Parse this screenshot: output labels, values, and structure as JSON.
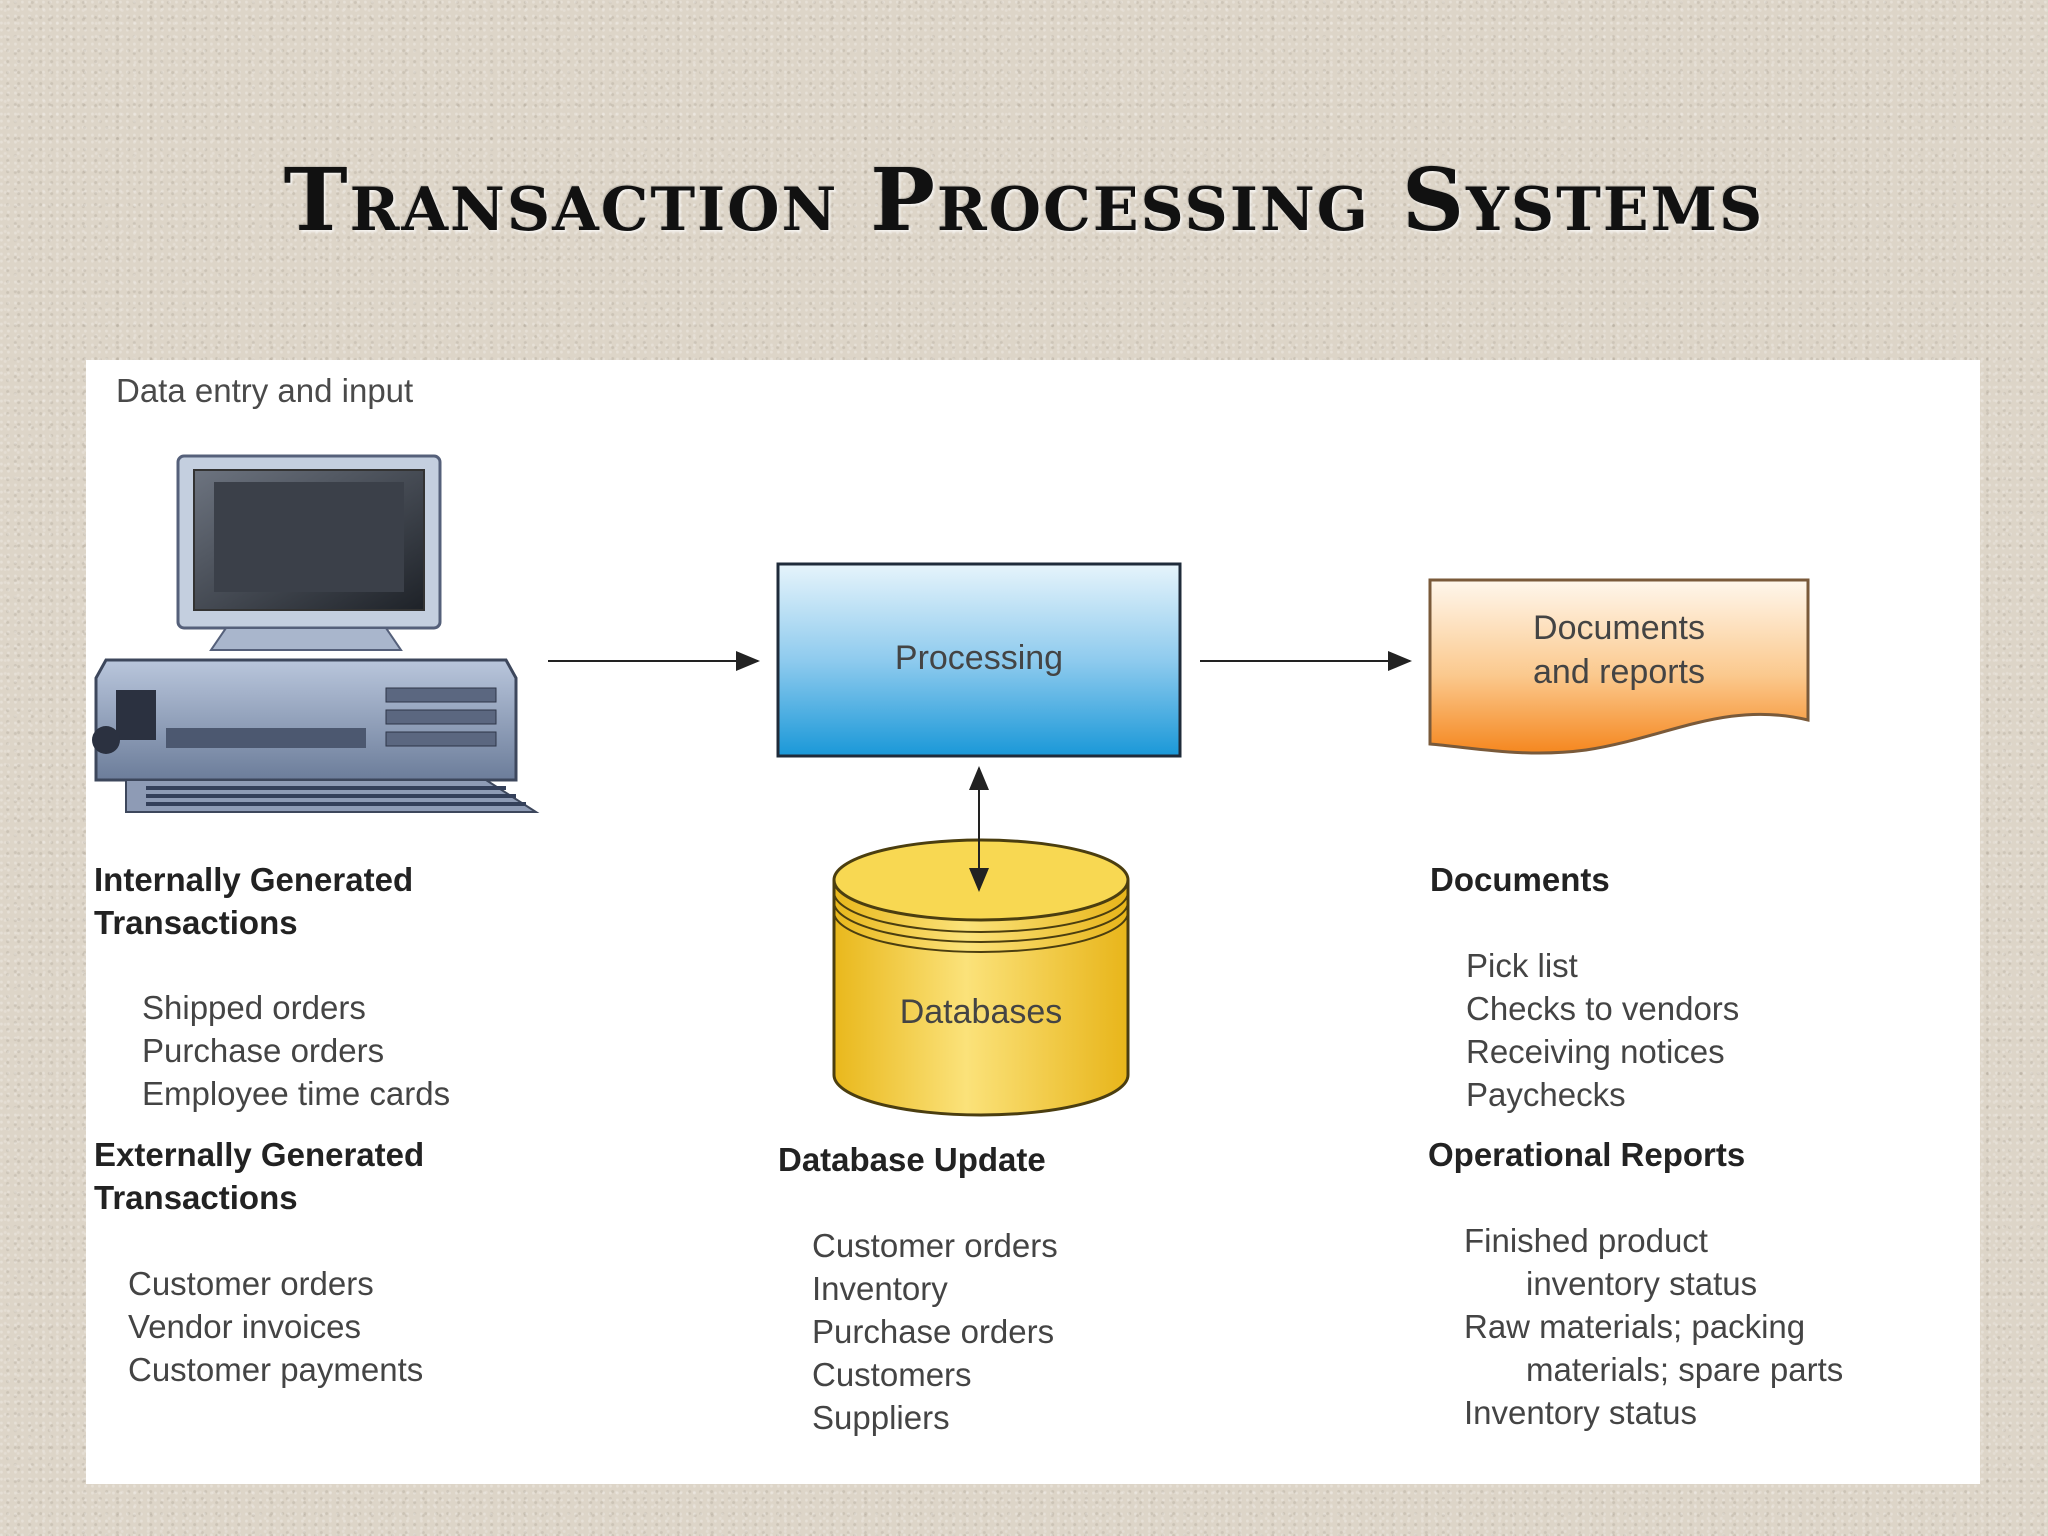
{
  "title": "Transaction Processing Systems",
  "data_entry_label": "Data entry and input",
  "processing_label": "Processing",
  "documents_reports_label": [
    "Documents",
    "and reports"
  ],
  "databases_label": "Databases",
  "internal": {
    "heading": [
      "Internally Generated",
      "Transactions"
    ],
    "items": [
      "Shipped orders",
      "Purchase orders",
      "Employee time cards"
    ]
  },
  "external": {
    "heading": [
      "Externally Generated",
      "Transactions"
    ],
    "items": [
      "Customer orders",
      "Vendor invoices",
      "Customer payments"
    ]
  },
  "database_update": {
    "heading": "Database Update",
    "items": [
      "Customer orders",
      "Inventory",
      "Purchase orders",
      "Customers",
      "Suppliers"
    ]
  },
  "documents": {
    "heading": "Documents",
    "items": [
      "Pick list",
      "Checks to vendors",
      "Receiving notices",
      "Paychecks"
    ]
  },
  "operational_reports": {
    "heading": "Operational Reports",
    "items": [
      "Finished product",
      "inventory status",
      "Raw materials; packing",
      "materials; spare parts",
      "Inventory status"
    ]
  },
  "colors": {
    "processing_top": "#e6f4fb",
    "processing_bottom": "#1a98d8",
    "documents_top": "#fff7ec",
    "documents_bottom": "#f5871f",
    "database_fill": "#f6cf3a",
    "background": "#ddd5c8"
  }
}
